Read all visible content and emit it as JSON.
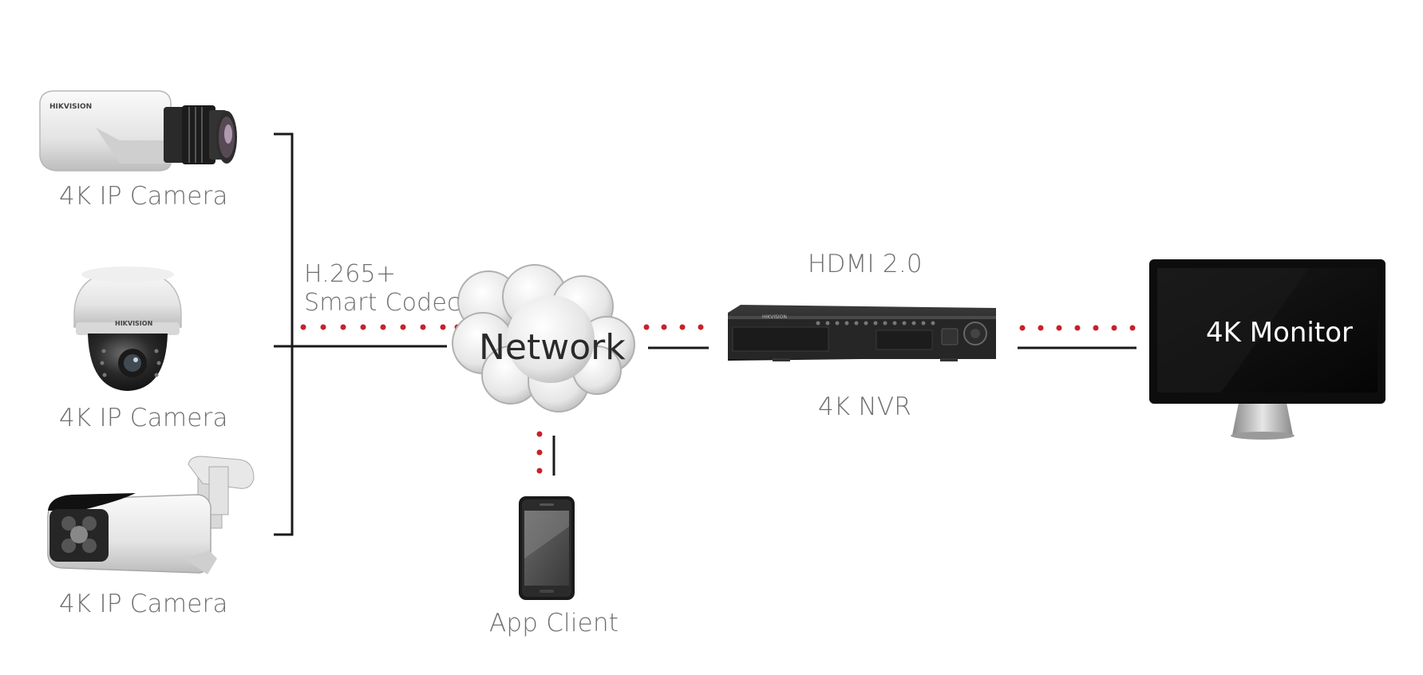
{
  "cameras": [
    {
      "label": "4K IP Camera",
      "icon": "box-camera-icon"
    },
    {
      "label": "4K IP Camera",
      "icon": "dome-camera-icon"
    },
    {
      "label": "4K IP Camera",
      "icon": "bullet-camera-icon"
    }
  ],
  "camera_brand": "HIKVISION",
  "codec_label_line1": "H.265+",
  "codec_label_line2": "Smart Codec",
  "network_label": "Network",
  "app_client_label": "App Client",
  "hdmi_label": "HDMI 2.0",
  "nvr_label": "4K NVR",
  "nvr_brand": "HIKVISION",
  "monitor_label": "4K Monitor",
  "colors": {
    "dotted_link": "#c8212b",
    "solid_link": "#1a1a1a",
    "label_text": "#6f6f6f"
  }
}
